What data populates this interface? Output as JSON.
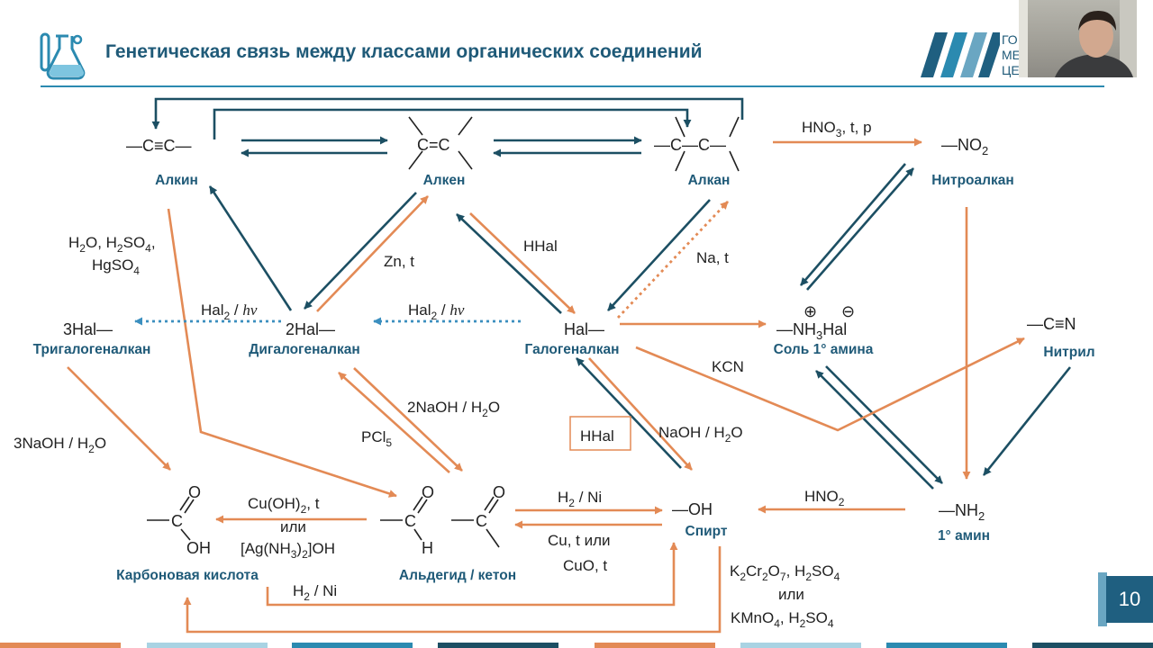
{
  "header": {
    "title": "Генетическая связь между классами органических соединений",
    "logo_lines": [
      "ГО",
      "МЕ",
      "ЦЕ"
    ],
    "flask_icon": "chemistry-flask-icon",
    "logo_icon": "brand-logo-icon"
  },
  "colors": {
    "teal": "#1c4f63",
    "orange": "#e38a55",
    "label": "#1f5a78",
    "bar1": "#e38a55",
    "bar2": "#a9d3e3",
    "bar3": "#2b8ab0",
    "bar4": "#1c4f63"
  },
  "page_number": "10",
  "webcam": {
    "icon": "webcam-person-icon"
  },
  "nodes": {
    "alkyne": {
      "label": "Алкин",
      "formula": "—C≡C—"
    },
    "alkene": {
      "label": "Алкен",
      "formula": "C=C"
    },
    "alkane": {
      "label": "Алкан",
      "formula": "—C—C—"
    },
    "nitroalkane": {
      "label": "Нитроалкан",
      "formula": "—NO",
      "sub": "2"
    },
    "trihalo": {
      "label": "Тригалогеналкан",
      "formula": "3Hal—"
    },
    "dihalo": {
      "label": "Дигалогеналкан",
      "formula": "2Hal—"
    },
    "haloalkane": {
      "label": "Галогеналкан",
      "formula": "Hal—"
    },
    "amine_salt": {
      "label": "Соль 1° амина",
      "formula": "—NH",
      "sub": "3",
      "tail": "Hal",
      "plus": "⊕",
      "minus": "⊖"
    },
    "nitrile": {
      "label": "Нитрил",
      "formula": "—C≡N"
    },
    "acid": {
      "label": "Карбоновая кислота",
      "o": "O",
      "oh": "OH",
      "c": "C"
    },
    "aldehyde_ketone": {
      "label": "Альдегид / кетон",
      "o": "O",
      "h": "H",
      "c": "C"
    },
    "alcohol": {
      "label": "Спирт",
      "formula": "—OH"
    },
    "amine": {
      "label": "1° амин",
      "formula": "—NH",
      "sub": "2"
    }
  },
  "conditions": {
    "hno3": {
      "a": "HNO",
      "sub": "3",
      "b": ", t, p"
    },
    "h2o_h2so4": {
      "l1a": "H",
      "l1s1": "2",
      "l1b": "O, H",
      "l1s2": "2",
      "l1c": "SO",
      "l1s3": "4",
      "l1d": ",",
      "l2a": "HgSO",
      "l2s": "4"
    },
    "zn_t": "Zn, t",
    "hhal_top": "HHal",
    "na_t": "Na, t",
    "hal2_hv_left": {
      "a": "Hal",
      "sub": "2",
      "b": " / ",
      "hv": "hν"
    },
    "hal2_hv_right": {
      "a": "Hal",
      "sub": "2",
      "b": " / ",
      "hv": "hν"
    },
    "kcn": "KCN",
    "naoh3": {
      "a": "3NaOH / H",
      "sub": "2",
      "b": "O"
    },
    "naoh2": {
      "a": "2NaOH / H",
      "sub": "2",
      "b": "O"
    },
    "pcl5": {
      "a": "PCl",
      "sub": "5"
    },
    "hhal_box": "HHal",
    "naoh": {
      "a": "NaOH / H",
      "sub": "2",
      "b": "O"
    },
    "cuoh2": {
      "a": "Cu(OH)",
      "sub": "2",
      "b": ", t"
    },
    "ili1": "или",
    "ag": {
      "a": "[Ag(NH",
      "sub1": "3",
      "b": ")",
      "sub2": "2",
      "c": "]OH"
    },
    "h2_ni_mid": {
      "a": "H",
      "sub": "2",
      "b": " / Ni"
    },
    "cu_t": "Cu, t или",
    "cuo_t": "CuO, t",
    "hno2": {
      "a": "HNO",
      "sub": "2"
    },
    "h2_ni_bottom": {
      "a": "H",
      "sub": "2",
      "b": " / Ni"
    },
    "k2cr2o7": {
      "a": "K",
      "s1": "2",
      "b": "Cr",
      "s2": "2",
      "c": "O",
      "s3": "7",
      "d": ", H",
      "s4": "2",
      "e": "SO",
      "s5": "4"
    },
    "ili2": "или",
    "kmno4": {
      "a": "KMnO",
      "s1": "4",
      "b": ", H",
      "s2": "2",
      "c": "SO",
      "s3": "4"
    }
  }
}
